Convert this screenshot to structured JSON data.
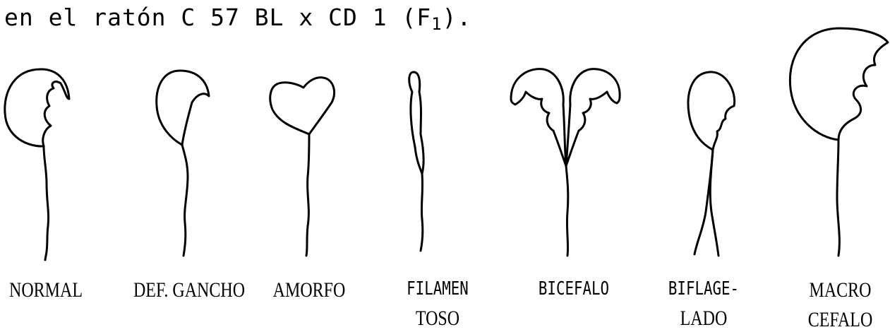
{
  "caption": {
    "text": "en el ratón C 57 BL x CD 1 (F",
    "subscript": "1",
    "suffix": ")."
  },
  "sperm_types": [
    {
      "line1": "NORMAL",
      "line2": ""
    },
    {
      "line1": "DEF. GANCHO",
      "line2": ""
    },
    {
      "line1": "AMORFO",
      "line2": ""
    },
    {
      "line1": "FILAMEN",
      "line2": "TOSO"
    },
    {
      "line1": "BICEFALO",
      "line2": ""
    },
    {
      "line1": "BIFLAGE-",
      "line2": "LADO"
    },
    {
      "line1": "MACRO",
      "line2": "CEFALO"
    }
  ],
  "colors": {
    "ink": "#000000",
    "background": "#ffffff"
  }
}
